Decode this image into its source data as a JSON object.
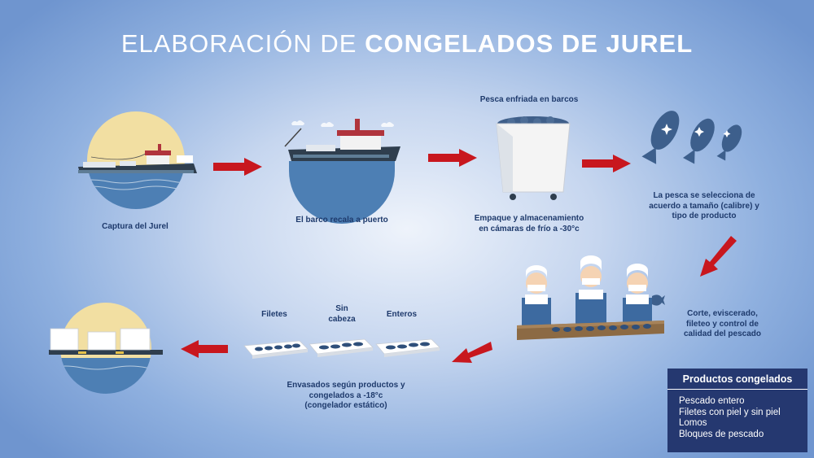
{
  "title": {
    "part1": "ELABORACIÓN DE ",
    "part2": "CONGELADOS DE JUREL"
  },
  "steps": {
    "capture": "Captura del Jurel",
    "port": "El barco recala a puerto",
    "chilled": "Pesca enfriada en barcos",
    "storage_line1": "Empaque y almacenamiento",
    "storage_line2": "en cámaras de frío a -30°c",
    "select_line1": "La pesca se selecciona de",
    "select_line2": "acuerdo a tamaño (calibre) y",
    "select_line3": "tipo de producto",
    "cut_line1": "Corte, eviscerado,",
    "cut_line2": "fileteo y control de",
    "cut_line3": "calidad del pescado",
    "fillets": "Filetes",
    "headless_line1": "Sin",
    "headless_line2": "cabeza",
    "whole": "Enteros",
    "pack_line1": "Envasados según productos y",
    "pack_line2": "congelados a -18°c",
    "pack_line3": "(congelador estático)"
  },
  "products": {
    "title": "Productos congelados",
    "items": [
      "Pescado entero",
      "Filetes con piel y sin piel",
      "Lomos",
      "Bloques de pescado"
    ]
  },
  "colors": {
    "arrow": "#c8171e",
    "sea": "#4d7fb4",
    "sun": "#f2dfa2",
    "text": "#1e3a6c",
    "box": "#253870"
  }
}
